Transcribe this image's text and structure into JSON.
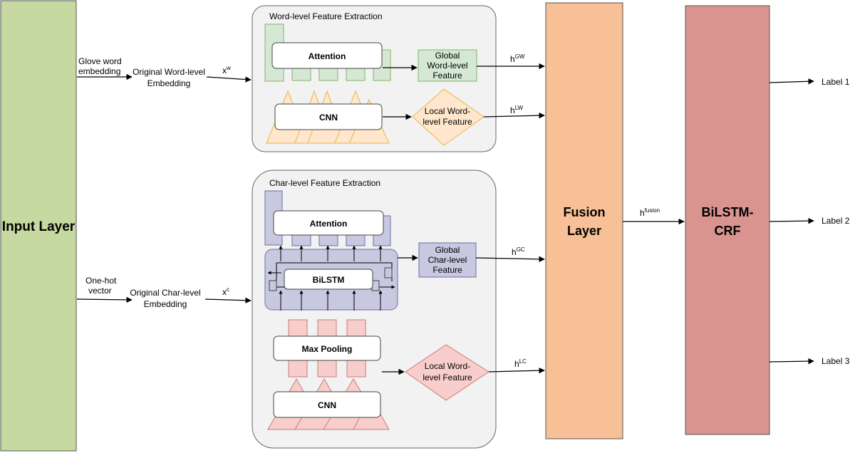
{
  "layers": {
    "input": "Input Layer",
    "fusion": [
      "Fusion",
      "Layer"
    ],
    "bilstm_crf": [
      "BiLSTM-",
      "CRF"
    ]
  },
  "inputs": {
    "glove": [
      "Glove word",
      "embedding"
    ],
    "onehot": [
      "One-hot",
      "vector"
    ],
    "orig_word": [
      "Original Word-level",
      "Embedding"
    ],
    "orig_char": [
      "Original Char-level",
      "Embedding"
    ],
    "xw": {
      "base": "x",
      "sup": "w"
    },
    "xc": {
      "base": "x",
      "sup": "c"
    }
  },
  "word_panel": {
    "title": "Word-level Feature  Extraction",
    "attention": "Attention",
    "cnn": "CNN",
    "global_feature": [
      "Global",
      "Word-level",
      "Feature"
    ],
    "local_feature": [
      "Local Word-",
      "level Feature"
    ]
  },
  "char_panel": {
    "title": "Char-level Feature  Extraction",
    "attention": "Attention",
    "bilstm": "BiLSTM",
    "max_pooling": "Max Pooling",
    "cnn": "CNN",
    "global_feature": [
      "Global",
      "Char-level",
      "Feature"
    ],
    "local_feature": [
      "Local Word-",
      "level Feature"
    ]
  },
  "hidden": {
    "gw": {
      "base": "h",
      "sup": "GW"
    },
    "lw": {
      "base": "h",
      "sup": "LW"
    },
    "gc": {
      "base": "h",
      "sup": "GC"
    },
    "lc": {
      "base": "h",
      "sup": "LC"
    },
    "fusion": {
      "base": "h",
      "sup": "fusion"
    }
  },
  "labels": [
    "Label 1",
    "Label 2",
    "Label 3"
  ],
  "colors": {
    "input_layer": "#c5d9a0",
    "fusion_layer": "#f7c096",
    "bilstm_crf": "#d99490",
    "panel_bg": "#f2f2f2",
    "word_green": "#d5e8d4",
    "word_green_stroke": "#82b366",
    "cnn_orange": "#ffe6cc",
    "cnn_orange_stroke": "#e9b44c",
    "char_purple": "#c8c8e0",
    "char_purple_stroke": "#6c6ca8",
    "char_red": "#f8cecc",
    "char_red_stroke": "#c97a78"
  }
}
